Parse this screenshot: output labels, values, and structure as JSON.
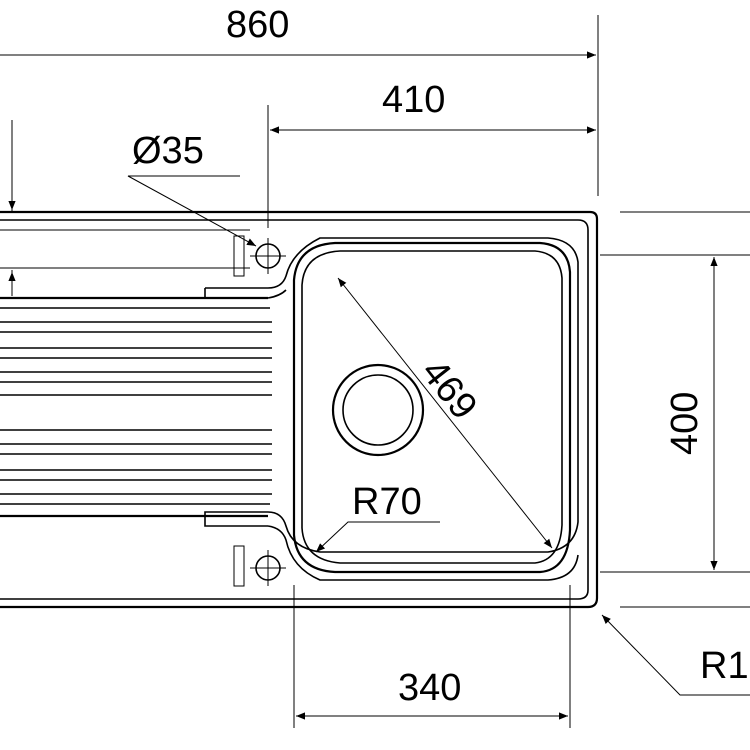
{
  "dimensions": {
    "overall_width": "860",
    "right_width": "410",
    "hole_diameter": "Ø35",
    "diagonal": "469",
    "corner_radius_bowl": "R70",
    "bowl_height": "400",
    "bowl_width": "340",
    "outer_radius": "R1"
  },
  "colors": {
    "line": "#000000",
    "background": "#ffffff"
  }
}
